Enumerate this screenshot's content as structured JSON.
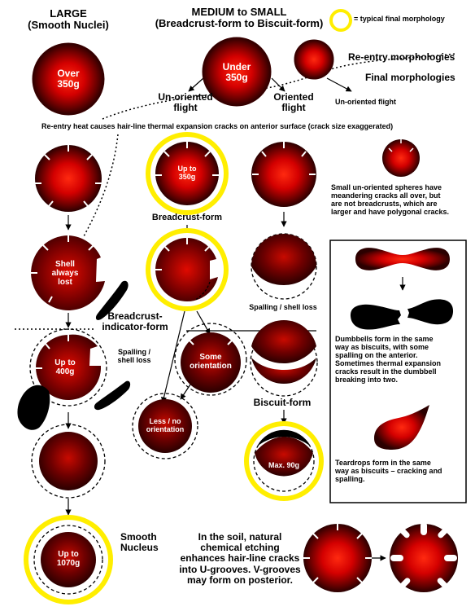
{
  "columns": {
    "large": [
      "LARGE",
      "(Smooth Nuclei)"
    ],
    "medium_small": [
      "MEDIUM to SMALL",
      "(Breadcrust-form to Biscuit-form)"
    ]
  },
  "legend": {
    "typical_final": "= typical final morphology",
    "ring_color": "#ffee00"
  },
  "headers": {
    "reentry": "Re-entry morphologies",
    "final": "Final morphologies"
  },
  "flight_labels": {
    "unoriented_left": [
      "Un-oriented",
      "flight"
    ],
    "oriented": [
      "Oriented",
      "flight"
    ],
    "unoriented_right": "Un-oriented flight"
  },
  "crack_note": "Re-entry heat causes hair-line thermal expansion cracks on anterior surface (crack size exaggerated)",
  "meteorites": {
    "over350": [
      "Over",
      "350g"
    ],
    "under350": [
      "Under",
      "350g"
    ],
    "upto350": [
      "Up to",
      "350g"
    ],
    "shell": [
      "Shell",
      "always",
      "lost"
    ],
    "upto400": [
      "Up to",
      "400g"
    ],
    "some": [
      "Some",
      "orientation"
    ],
    "lessno": [
      "Less / no",
      "orientation"
    ],
    "max90": "Max. 90g",
    "upto1070": [
      "Up to",
      "1070g"
    ]
  },
  "labels": {
    "breadcrust_form": "Breadcrust-form",
    "breadcrust_indicator": [
      "Breadcrust-",
      "indicator-form"
    ],
    "spalling_left": [
      "Spalling /",
      "shell loss"
    ],
    "spalling_right": "Spalling / shell loss",
    "biscuit_form": "Biscuit-form",
    "smooth_nucleus": [
      "Smooth",
      "Nucleus"
    ],
    "small_spheres": [
      "Small un-oriented spheres have",
      "meandering cracks all over, but",
      "are not breadcrusts, which are",
      "larger and have polygonal cracks."
    ],
    "dumbbells": [
      "Dumbbells form in the same",
      "way as biscuits, with some",
      "spalling on the anterior.",
      "Sometimes thermal expansion",
      "cracks result in the dumbbell",
      "breaking into two."
    ],
    "teardrops": [
      "Teardrops form in the same",
      "way as biscuits – cracking and",
      "spalling."
    ],
    "soil": [
      "In the soil, natural",
      "chemical etching",
      "enhances hair-line cracks",
      "into U-grooves. V-grooves",
      "may form on posterior."
    ]
  },
  "colors": {
    "glow_center": "#ff1a0a",
    "glow_edge": "#3a0000",
    "dark_fill": "#2a0000",
    "yellow_ring": "#ffee00",
    "spall_fill": "#000000"
  }
}
